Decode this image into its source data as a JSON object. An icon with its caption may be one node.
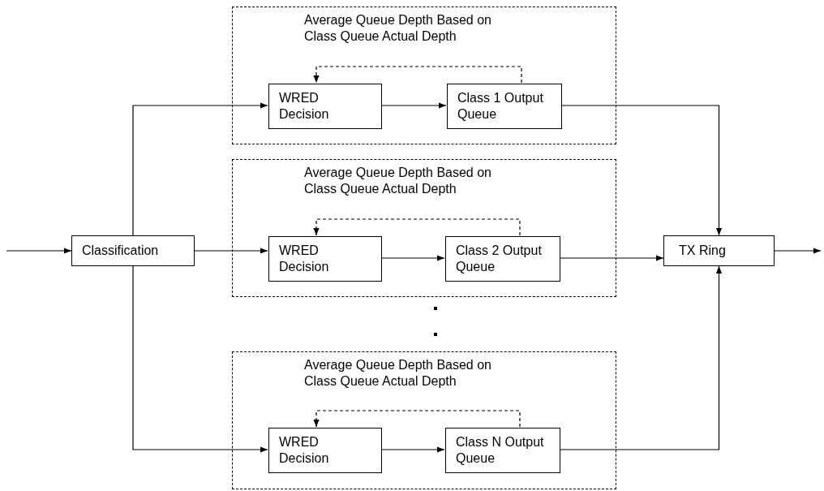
{
  "diagram": {
    "nodes": [
      {
        "text": [
          "Classification"
        ]
      },
      {
        "text": [
          "Average Queue Depth Based on Class Queue Actual Depth"
        ]
      },
      {
        "text": [
          "WRED Decision"
        ],
        "in": 1
      },
      {
        "text": [
          "Class 1 Output Queue"
        ],
        "in": 1
      },
      {
        "text": [
          "Average Queue Depth Based on Class Queue Actual Depth"
        ]
      },
      {
        "text": [
          "WRED Decision"
        ],
        "in": 4
      },
      {
        "text": [
          "Class 2 Output Queue"
        ],
        "in": 4
      },
      {
        "text": [
          "Average Queue Depth Based on Class Queue Actual Depth"
        ]
      },
      {
        "text": [
          "WRED Decision"
        ],
        "in": 7
      },
      {
        "text": [
          "Class N Output Queue"
        ],
        "in": 7
      },
      {
        "text": [
          "TX Ring"
        ]
      }
    ],
    "edges": [
      {
        "from": null,
        "to": 0,
        "arrow": "to"
      },
      {
        "from": 0,
        "to": 2,
        "arrow": "to"
      },
      {
        "from": 0,
        "to": 5,
        "arrow": "to"
      },
      {
        "from": 0,
        "to": 8,
        "arrow": "to"
      },
      {
        "from": 2,
        "to": 3,
        "arrow": "to"
      },
      {
        "from": 3,
        "to": 2,
        "arrow": "to",
        "style": "dashed"
      },
      {
        "from": 5,
        "to": 6,
        "arrow": "to"
      },
      {
        "from": 6,
        "to": 5,
        "arrow": "to",
        "style": "dashed"
      },
      {
        "from": 8,
        "to": 9,
        "arrow": "to"
      },
      {
        "from": 9,
        "to": 8,
        "arrow": "to",
        "style": "dashed"
      },
      {
        "from": 3,
        "to": 10,
        "arrow": "to"
      },
      {
        "from": 6,
        "to": 10,
        "arrow": "to"
      },
      {
        "from": 9,
        "to": 10,
        "arrow": "to"
      },
      {
        "from": 10,
        "to": null,
        "arrow": "to"
      }
    ]
  }
}
